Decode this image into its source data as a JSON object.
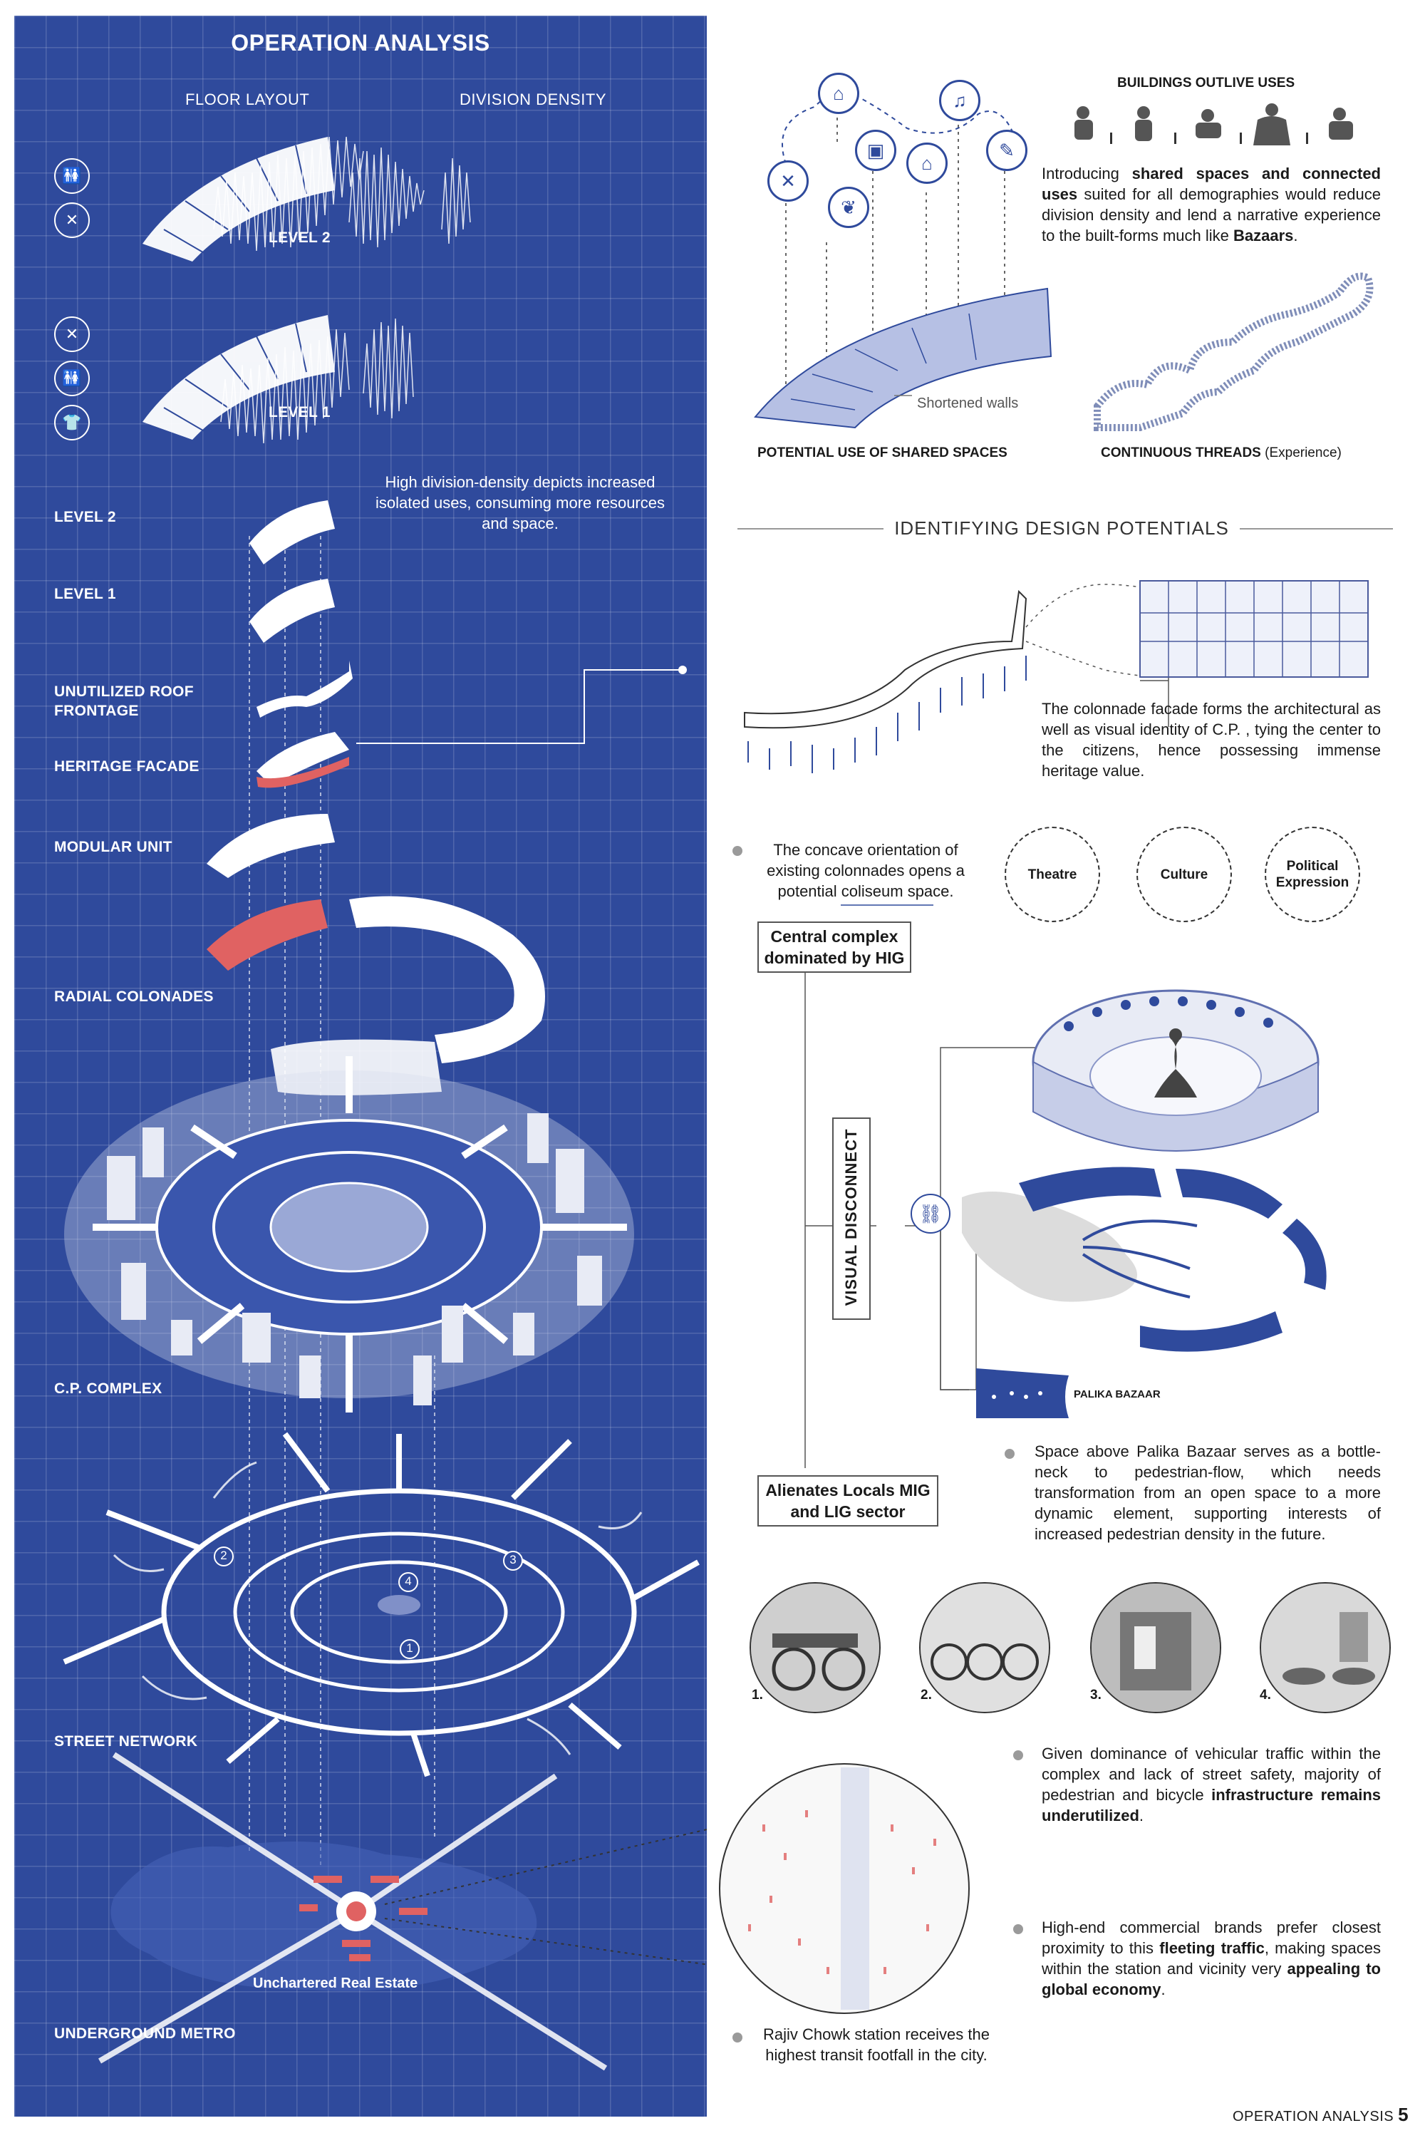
{
  "left": {
    "title": "OPERATION ANALYSIS",
    "col_floor": "FLOOR LAYOUT",
    "col_density": "DIVISION DENSITY",
    "plan_level2": "LEVEL 2",
    "plan_level1": "LEVEL 1",
    "density_note": "High division-density depicts increased isolated uses, consuming more resources and space.",
    "layers": {
      "level2": "LEVEL 2",
      "level1": "LEVEL 1",
      "roof": "UNUTILIZED ROOF FRONTAGE",
      "heritage": "HERITAGE FACADE",
      "modular": "MODULAR UNIT",
      "radial": "RADIAL COLONADES",
      "cp": "C.P. COMPLEX",
      "street": "STREET NETWORK",
      "metro": "UNDERGROUND METRO"
    },
    "street_numbers": [
      "1",
      "2",
      "3",
      "4"
    ],
    "real_estate": "Unchartered Real Estate"
  },
  "right": {
    "outlive_title": "BUILDINGS OUTLIVE USES",
    "intro_pre": "Introducing ",
    "intro_bold1": "shared spaces and connected uses",
    "intro_mid": " suited for all demographies would reduce division density and lend a narrative experience to the built-forms much like ",
    "intro_bold2": "Bazaars",
    "intro_end": ".",
    "shortened_walls": "Shortened walls",
    "caption_shared": "POTENTIAL USE OF SHARED SPACES",
    "caption_threads_bold": "CONTINUOUS THREADS",
    "caption_threads_rest": " (Experience)",
    "potentials_title": "IDENTIFYING DESIGN POTENTIALS",
    "colonnade_text": "The colonnade facade forms the architectural as well as visual identity of C.P. , tying the center to the citizens, hence possessing immense heritage value.",
    "concave_text": "The concave orientation of existing colonnades opens a potential coliseum space.",
    "circles": [
      "Theatre",
      "Culture",
      "Political Expression"
    ],
    "central_box": "Central complex dominated by HIG",
    "visual_disconnect": "VISUAL DISCONNECT",
    "alienates_box": "Alienates Locals MIG and LIG sector",
    "palika": "PALIKA BAZAAR",
    "palika_text": "Space above Palika Bazaar serves as a bottle-neck to pedestrian-flow, which needs transformation from an open space to a more dynamic element, supporting interests of increased pedestrian density in the future.",
    "photo_labels": [
      "1.",
      "2.",
      "3.",
      "4."
    ],
    "vehicular_pre": "Given dominance of vehicular traffic within the complex and lack of street safety, majority of pedestrian and bicycle ",
    "vehicular_bold": "infrastructure remains underutilized",
    "vehicular_end": ".",
    "brands_pre": "High-end commercial brands prefer closest proximity to this ",
    "brands_bold1": "fleeting traffic",
    "brands_mid": ", making spaces within the station and vicinity very ",
    "brands_bold2": "appealing to global economy",
    "brands_end": ".",
    "rajiv_text": "Rajiv Chowk station receives the highest transit footfall in the city.",
    "footer_label": "OPERATION ANALYSIS",
    "footer_num": "5"
  },
  "colors": {
    "blue": "#2f4a9c",
    "red": "#e06262",
    "grey": "#9a9a9a"
  }
}
